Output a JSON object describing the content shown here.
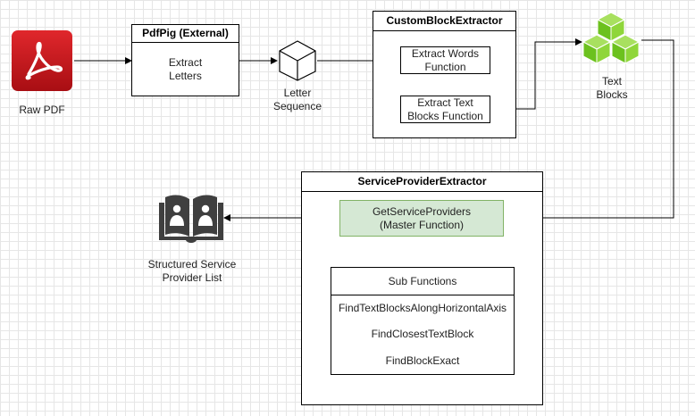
{
  "raw_pdf": {
    "label": "Raw PDF"
  },
  "pdfpig": {
    "title": "PdfPig (External)",
    "line1": "Extract",
    "line2": "Letters"
  },
  "letter_sequence": {
    "line1": "Letter",
    "line2": "Sequence"
  },
  "custom_block": {
    "title": "CustomBlockExtractor",
    "words_line1": "Extract Words",
    "words_line2": "Function",
    "blocks_line1": "Extract Text",
    "blocks_line2": "Blocks Function"
  },
  "text_blocks": {
    "line1": "Text",
    "line2": "Blocks"
  },
  "service_provider": {
    "title": "ServiceProviderExtractor",
    "master_line1": "GetServiceProviders",
    "master_line2": "(Master Function)",
    "sub_title": "Sub Functions",
    "sub_items": [
      "FindTextBlocksAlongHorizontalAxis",
      "FindClosestTextBlock",
      "FindBlockExact"
    ]
  },
  "output": {
    "line1": "Structured Service",
    "line2": "Provider List"
  },
  "colors": {
    "pdf_red": "#c8151b",
    "cube_green": "#7ed321",
    "master_fill": "#d5e8d4",
    "master_border": "#82b366"
  }
}
